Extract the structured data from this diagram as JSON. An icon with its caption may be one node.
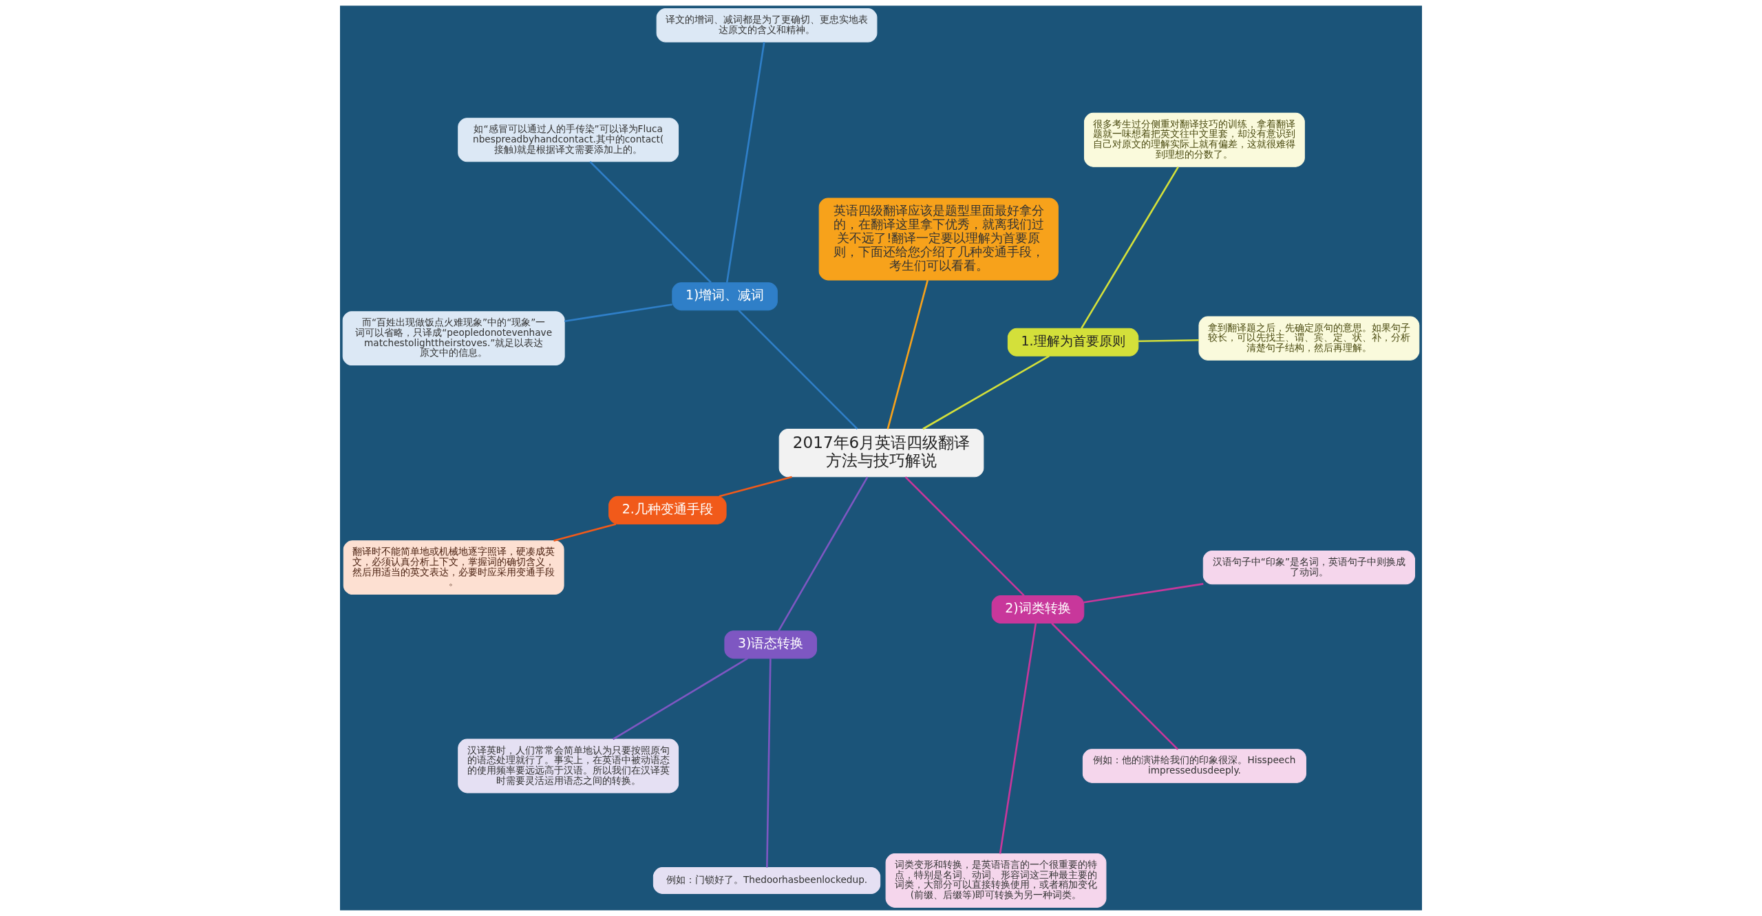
{
  "diagram": {
    "nodes": [
      {
        "text": [
          "2017年6月英语四级翻译方法与技巧解说"
        ]
      },
      {
        "text": [
          "1.理解为首要原则"
        ]
      },
      {
        "text": [
          "拿到翻译题之后，先确定原句的意思。如果句子较长，可以先找主、谓、宾、定、状、补，分析清楚句子结构，然后再理解。"
        ]
      },
      {
        "text": [
          "很多考生过分侧重对翻译技巧的训练，拿着翻译题就一味想着把英文往中文里套，却没有意识到自己对原文的理解实际上就有偏差，这就很难得到理想的分数了。"
        ]
      },
      {
        "text": [
          "英语四级翻译应该是题型里面最好拿分的，在翻译这里拿下优秀，就离我们过关不远了!翻译一定要以理解为首要原则，下面还给您介绍了几种变通手段，考生们可以看看。"
        ]
      },
      {
        "text": [
          "1)增词、减词"
        ]
      },
      {
        "text": [
          "译文的增词、减词都是为了更确切、更忠实地表达原文的含义和精神。"
        ]
      },
      {
        "text": [
          "如“感冒可以通过人的手传染”可以译为Flucanbespreadbyhandcontact.其中的contact(接触)就是根据译文需要添加上的。"
        ]
      },
      {
        "text": [
          "而“百姓出现做饭点火难现象”中的“现象”一词可以省略，只译成“peopledonotevenhavematchestolighttheirstoves.”就足以表达原文中的信息。"
        ]
      },
      {
        "text": [
          "2.几种变通手段"
        ]
      },
      {
        "text": [
          "翻译时不能简单地或机械地逐字照译，硬凑成英文，必须认真分析上下文，掌握词的确切含义，然后用适当的英文表达，必要时应采用变通手段。"
        ]
      },
      {
        "text": [
          "3)语态转换"
        ]
      },
      {
        "text": [
          "汉译英时，人们常常会简单地认为只要按照原句的语态处理就行了。事实上，在英语中被动语态的使用频率要远远高于汉语。所以我们在汉译英时需要灵活运用语态之间的转换。"
        ]
      },
      {
        "text": [
          "例如：门锁好了。Thedoorhasbeenlockedup."
        ]
      },
      {
        "text": [
          "2)词类转换"
        ]
      },
      {
        "text": [
          "词类变形和转换，是英语语言的一个很重要的特点，特别是名词、动词、形容词这三种最主要的词类，大部分可以直接转换使用，或者稍加变化(前缀、后缀等)即可转换为另一种词类。"
        ]
      },
      {
        "text": [
          "例如：他的演讲给我们的印象很深。Hisspeechimpressedusdeeply."
        ]
      },
      {
        "text": [
          "汉语句子中“印象”是名词，英语句子中则换成了动词。"
        ]
      }
    ],
    "edges": [
      {
        "from": 0,
        "to": 1,
        "arrow": "none",
        "color": "#d4e03a"
      },
      {
        "from": 1,
        "to": 2,
        "arrow": "none",
        "color": "#d4e03a"
      },
      {
        "from": 1,
        "to": 3,
        "arrow": "none",
        "color": "#d4e03a"
      },
      {
        "from": 0,
        "to": 4,
        "arrow": "none",
        "color": "#f7a21b"
      },
      {
        "from": 0,
        "to": 5,
        "arrow": "none",
        "color": "#2f7fc8"
      },
      {
        "from": 5,
        "to": 6,
        "arrow": "none",
        "color": "#2f7fc8"
      },
      {
        "from": 5,
        "to": 7,
        "arrow": "none",
        "color": "#2f7fc8"
      },
      {
        "from": 5,
        "to": 8,
        "arrow": "none",
        "color": "#2f7fc8"
      },
      {
        "from": 0,
        "to": 9,
        "arrow": "none",
        "color": "#f15a1a"
      },
      {
        "from": 9,
        "to": 10,
        "arrow": "none",
        "color": "#f15a1a"
      },
      {
        "from": 0,
        "to": 11,
        "arrow": "none",
        "color": "#7e57c2"
      },
      {
        "from": 11,
        "to": 12,
        "arrow": "none",
        "color": "#7e57c2"
      },
      {
        "from": 11,
        "to": 13,
        "arrow": "none",
        "color": "#7e57c2"
      },
      {
        "from": 0,
        "to": 14,
        "arrow": "none",
        "color": "#c8379b"
      },
      {
        "from": 14,
        "to": 15,
        "arrow": "none",
        "color": "#c8379b"
      },
      {
        "from": 14,
        "to": 16,
        "arrow": "none",
        "color": "#c8379b"
      },
      {
        "from": 14,
        "to": 17,
        "arrow": "none",
        "color": "#c8379b"
      }
    ]
  }
}
